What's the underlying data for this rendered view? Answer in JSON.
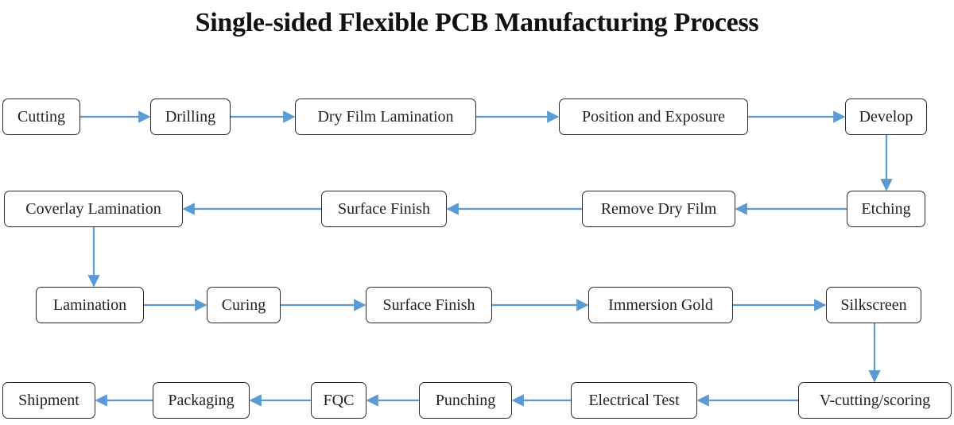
{
  "title": "Single-sided Flexible PCB Manufacturing Process",
  "colors": {
    "arrow": "#5b9bd5",
    "box_border": "#2b2b2b",
    "text": "#222222"
  },
  "steps": [
    "Cutting",
    "Drilling",
    "Dry Film Lamination",
    "Position and Exposure",
    "Develop",
    "Etching",
    "Remove Dry Film",
    "Surface Finish",
    "Coverlay Lamination",
    "Lamination",
    "Curing",
    "Surface Finish",
    "Immersion Gold",
    "Silkscreen",
    "V-cutting/scoring",
    "Electrical Test",
    "Punching",
    "FQC",
    "Packaging",
    "Shipment"
  ]
}
